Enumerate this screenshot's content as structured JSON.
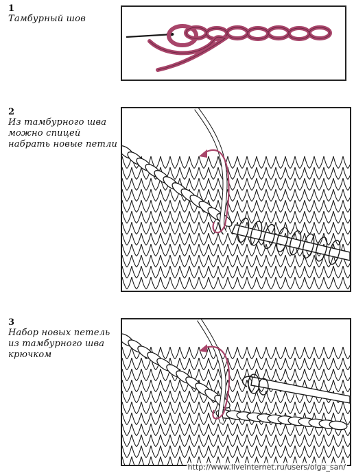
{
  "figures": [
    {
      "number": "1",
      "caption": "Тамбурный шов"
    },
    {
      "number": "2",
      "caption_lines": [
        "Из тамбурного шва",
        "можно спицей",
        "набрать новые петли"
      ]
    },
    {
      "number": "3",
      "caption_lines": [
        "Набор новых петель",
        "из тамбурного шва",
        "крючком"
      ]
    }
  ],
  "watermark": "http://www.liveinternet.ru/users/olga_san/",
  "colors": {
    "yarn": "#a8456a",
    "line": "#1a1a1a"
  }
}
